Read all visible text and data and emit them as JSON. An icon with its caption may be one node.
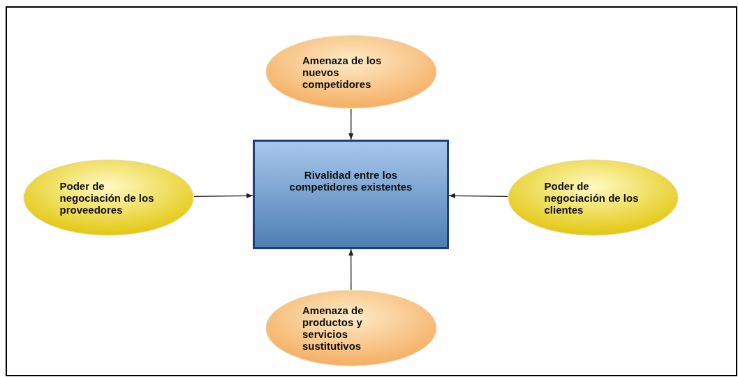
{
  "diagram": {
    "nodes": [
      {
        "text": [
          "Amenaza de los nuevos competidores"
        ]
      },
      {
        "text": [
          "Poder de negociación de los proveedores"
        ]
      },
      {
        "text": [
          "Rivalidad entre los competidores existentes"
        ]
      },
      {
        "text": [
          "Poder de negociación de los clientes"
        ]
      },
      {
        "text": [
          "Amenaza de productos y servicios sustitutivos"
        ]
      }
    ],
    "edges": [
      {
        "from": 0,
        "to": 2,
        "arrow": "to"
      },
      {
        "from": 1,
        "to": 2,
        "arrow": "to"
      },
      {
        "from": 3,
        "to": 2,
        "arrow": "to"
      },
      {
        "from": 4,
        "to": 2,
        "arrow": "to"
      }
    ]
  }
}
